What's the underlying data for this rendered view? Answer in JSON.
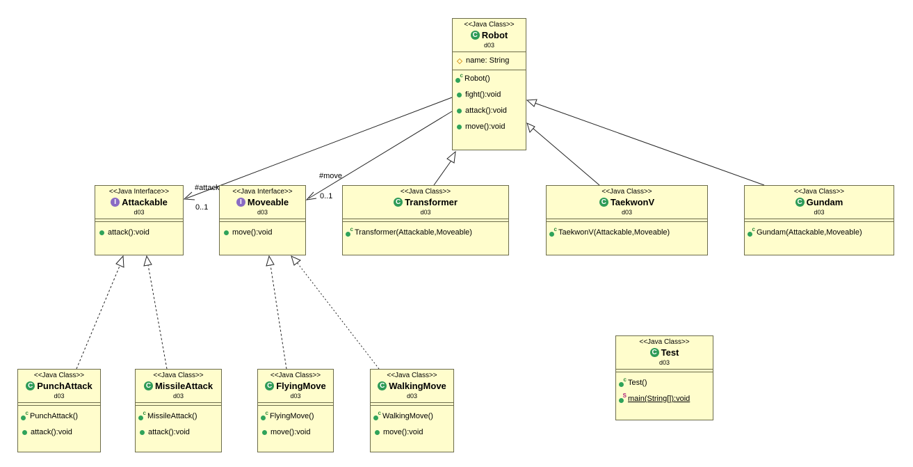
{
  "classes": {
    "robot": {
      "stereotype": "<<Java Class>>",
      "name": "Robot",
      "package": "d03",
      "fields": [
        {
          "text": "name: String"
        }
      ],
      "methods": [
        {
          "text": "Robot()"
        },
        {
          "text": "fight():void"
        },
        {
          "text": "attack():void"
        },
        {
          "text": "move():void"
        }
      ]
    },
    "attackable": {
      "stereotype": "<<Java Interface>>",
      "name": "Attackable",
      "package": "d03",
      "methods": [
        {
          "text": "attack():void"
        }
      ]
    },
    "moveable": {
      "stereotype": "<<Java Interface>>",
      "name": "Moveable",
      "package": "d03",
      "methods": [
        {
          "text": "move():void"
        }
      ]
    },
    "transformer": {
      "stereotype": "<<Java Class>>",
      "name": "Transformer",
      "package": "d03",
      "methods": [
        {
          "text": "Transformer(Attackable,Moveable)"
        }
      ]
    },
    "taekwonv": {
      "stereotype": "<<Java Class>>",
      "name": "TaekwonV",
      "package": "d03",
      "methods": [
        {
          "text": "TaekwonV(Attackable,Moveable)"
        }
      ]
    },
    "gundam": {
      "stereotype": "<<Java Class>>",
      "name": "Gundam",
      "package": "d03",
      "methods": [
        {
          "text": "Gundam(Attackable,Moveable)"
        }
      ]
    },
    "punchattack": {
      "stereotype": "<<Java Class>>",
      "name": "PunchAttack",
      "package": "d03",
      "methods": [
        {
          "text": "PunchAttack()"
        },
        {
          "text": "attack():void"
        }
      ]
    },
    "missileattack": {
      "stereotype": "<<Java Class>>",
      "name": "MissileAttack",
      "package": "d03",
      "methods": [
        {
          "text": "MissileAttack()"
        },
        {
          "text": "attack():void"
        }
      ]
    },
    "flyingmove": {
      "stereotype": "<<Java Class>>",
      "name": "FlyingMove",
      "package": "d03",
      "methods": [
        {
          "text": "FlyingMove()"
        },
        {
          "text": "move():void"
        }
      ]
    },
    "walkingmove": {
      "stereotype": "<<Java Class>>",
      "name": "WalkingMove",
      "package": "d03",
      "methods": [
        {
          "text": "WalkingMove()"
        },
        {
          "text": "move():void"
        }
      ]
    },
    "test": {
      "stereotype": "<<Java Class>>",
      "name": "Test",
      "package": "d03",
      "methods": [
        {
          "text": "Test()"
        },
        {
          "text": "main(String[]):void"
        }
      ]
    }
  },
  "associations": {
    "attack": {
      "role": "#attack",
      "multiplicity": "0..1"
    },
    "move": {
      "role": "#move",
      "multiplicity": "0..1"
    }
  },
  "icons": {
    "class": "class-icon",
    "interface": "interface-icon",
    "public_method": "public-method-icon",
    "protected_field": "protected-field-icon",
    "constructor": "constructor-icon",
    "static_method": "static-method-icon"
  },
  "colors": {
    "box_fill": "#fffdcc",
    "box_border": "#6b6b4a",
    "class_icon": "#2e9b57",
    "interface_icon": "#8a6bc4",
    "method_dot": "#2fa35a",
    "field_diamond": "#d99a2b"
  }
}
